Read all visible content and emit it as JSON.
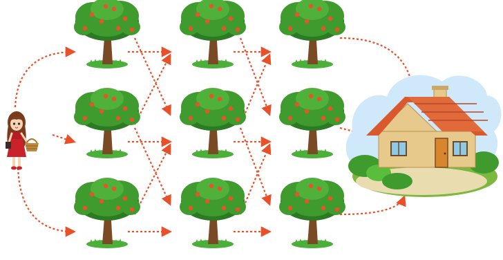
{
  "diagram": {
    "kind": "path-grid",
    "start": {
      "icon": "girl-with-basket-icon"
    },
    "goal": {
      "icon": "house-icon"
    },
    "trees": [
      {
        "id": "t11",
        "row": 1,
        "col": 1,
        "icon": "apple-tree-icon"
      },
      {
        "id": "t12",
        "row": 1,
        "col": 2,
        "icon": "apple-tree-icon"
      },
      {
        "id": "t13",
        "row": 1,
        "col": 3,
        "icon": "apple-tree-icon"
      },
      {
        "id": "t21",
        "row": 2,
        "col": 1,
        "icon": "apple-tree-icon"
      },
      {
        "id": "t22",
        "row": 2,
        "col": 2,
        "icon": "apple-tree-icon"
      },
      {
        "id": "t23",
        "row": 2,
        "col": 3,
        "icon": "apple-tree-icon"
      },
      {
        "id": "t31",
        "row": 3,
        "col": 1,
        "icon": "apple-tree-icon"
      },
      {
        "id": "t32",
        "row": 3,
        "col": 2,
        "icon": "apple-tree-icon"
      },
      {
        "id": "t33",
        "row": 3,
        "col": 3,
        "icon": "apple-tree-icon"
      }
    ],
    "edges": [
      [
        "start",
        "t11"
      ],
      [
        "start",
        "t21"
      ],
      [
        "start",
        "t31"
      ],
      [
        "t11",
        "t12"
      ],
      [
        "t12",
        "t13"
      ],
      [
        "t21",
        "t22"
      ],
      [
        "t22",
        "t23"
      ],
      [
        "t31",
        "t32"
      ],
      [
        "t32",
        "t33"
      ],
      [
        "t11",
        "t22"
      ],
      [
        "t21",
        "t12"
      ],
      [
        "t12",
        "t23"
      ],
      [
        "t22",
        "t13"
      ],
      [
        "t21",
        "t32"
      ],
      [
        "t31",
        "t22"
      ],
      [
        "t22",
        "t33"
      ],
      [
        "t32",
        "t23"
      ],
      [
        "t13",
        "goal"
      ],
      [
        "t23",
        "goal"
      ],
      [
        "t33",
        "goal"
      ]
    ],
    "colors": {
      "arrow": "#e8502a",
      "foliage": "#3f9b2e",
      "foliage_dark": "#2c7a23",
      "trunk": "#7a4a25",
      "apple": "#e8542a",
      "grass": "#4caf3a",
      "sky": "#cfe8fa",
      "roof": "#d9582e",
      "wall": "#e7c98c"
    }
  }
}
